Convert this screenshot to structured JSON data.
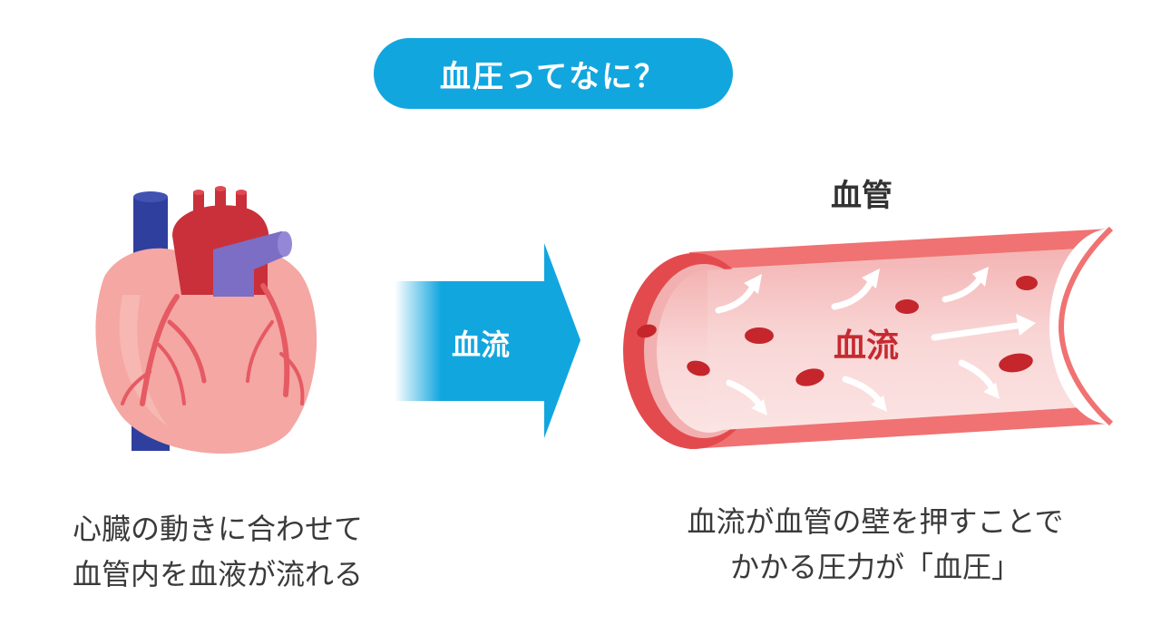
{
  "title": "血圧ってなに？",
  "arrow": {
    "label": "血流"
  },
  "vessel": {
    "title": "血管",
    "inner_label": "血流"
  },
  "captions": {
    "left": [
      "心臓の動きに合わせて",
      "血管内を血液が流れる"
    ],
    "right": [
      "血流が血管の壁を押すことで",
      "かかる圧力が「血圧」"
    ]
  },
  "colors": {
    "accent_blue": "#12a6df",
    "heart_body": "#f4a7a3",
    "heart_red": "#c9303a",
    "vein_blue": "#2f3f9e",
    "vessel_wall": "#f07272",
    "blood_cell": "#c4262c"
  }
}
